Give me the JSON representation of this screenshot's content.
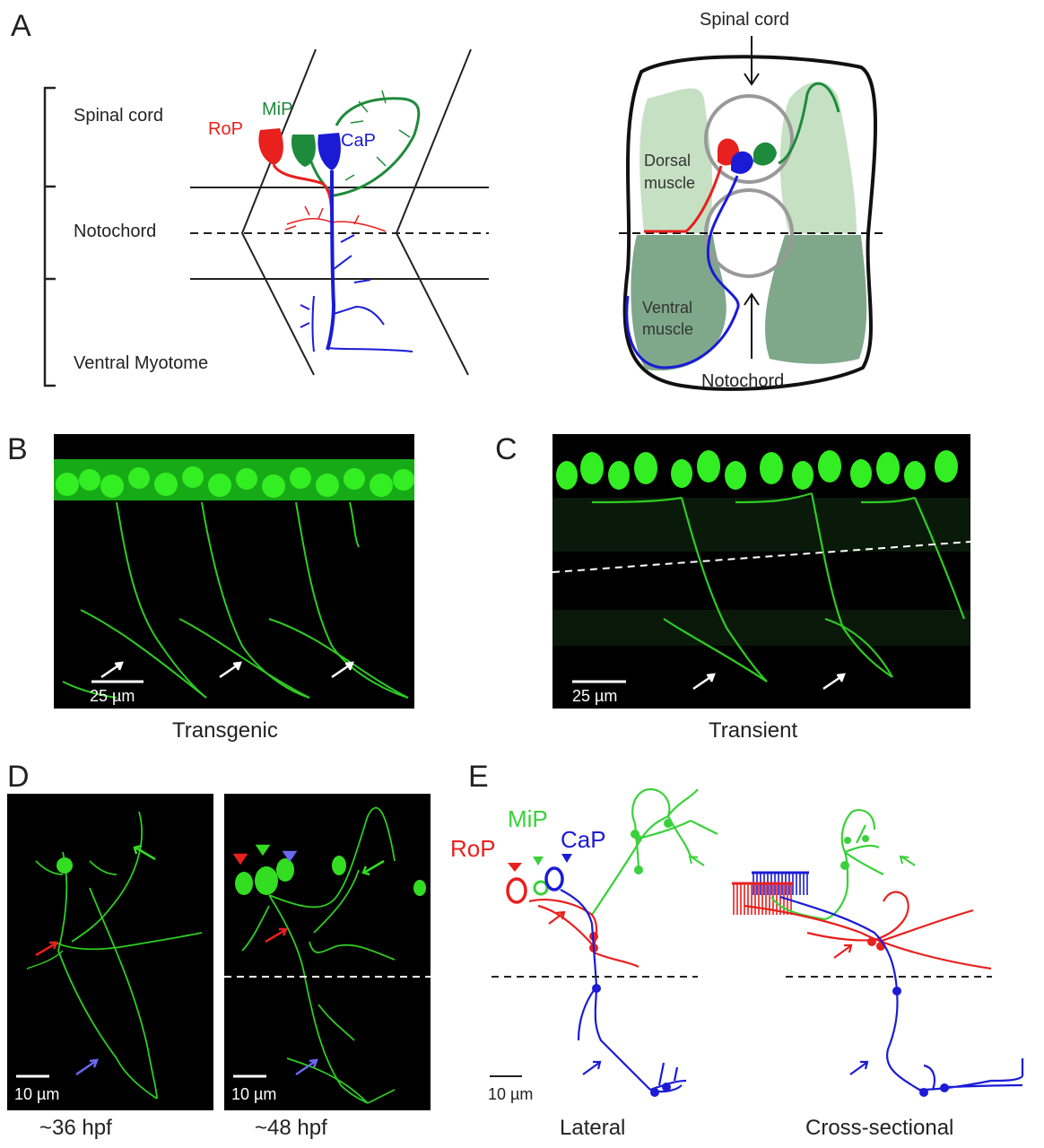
{
  "panels": {
    "A": {
      "letter": "A",
      "left": {
        "region_labels": [
          "Spinal cord",
          "Notochord",
          "Ventral Myotome"
        ],
        "neurons": {
          "rop": "RoP",
          "mip": "MiP",
          "cap": "CaP"
        }
      },
      "right": {
        "spinal_cord": "Spinal cord",
        "notochord": "Notochord",
        "dorsal_muscle": [
          "Dorsal",
          "muscle"
        ],
        "ventral_muscle": [
          "Ventral",
          "muscle"
        ]
      }
    },
    "B": {
      "letter": "B",
      "caption": "Transgenic",
      "scale_bar": "25 µm"
    },
    "C": {
      "letter": "C",
      "caption": "Transient",
      "scale_bar": "25 µm"
    },
    "D": {
      "letter": "D",
      "left": {
        "caption": "~36 hpf",
        "scale_bar": "10 µm"
      },
      "right": {
        "caption": "~48 hpf",
        "scale_bar": "10 µm"
      }
    },
    "E": {
      "letter": "E",
      "neurons": {
        "rop": "RoP",
        "mip": "MiP",
        "cap": "CaP"
      },
      "scale_bar": "10 µm",
      "captions": {
        "lateral": "Lateral",
        "cross": "Cross-sectional"
      }
    }
  },
  "colors": {
    "rop": "#e8201e",
    "mip": "#1e8a3c",
    "cap": "#1b1bd6",
    "fluor": "#33dd22",
    "trace_mip": "#3ad13a"
  }
}
